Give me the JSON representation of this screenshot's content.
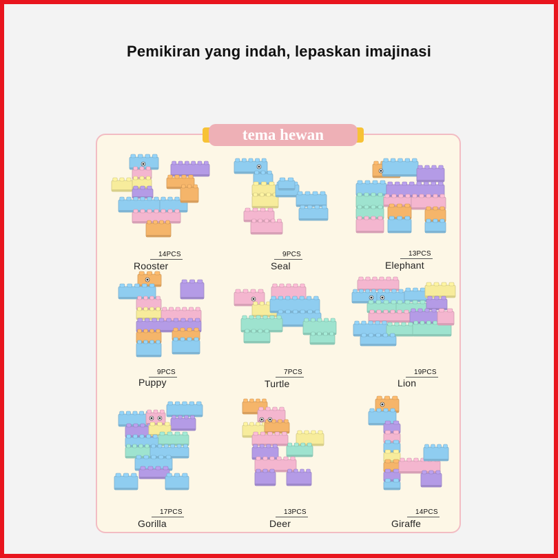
{
  "headline": "Pemikiran yang indah, lepaskan imajinasi",
  "theme_label": "tema hewan",
  "colors": {
    "frame": "#e8141d",
    "panel_bg": "#fdf7e6",
    "panel_border": "#f2bcc3",
    "banner": "#eeb0b6",
    "banner_caps": "#f7c236",
    "brick_blue": "#8fcdf0",
    "brick_purple": "#b49be6",
    "brick_yellow": "#f7ec9c",
    "brick_pink": "#f4b6cf",
    "brick_orange": "#f5b56a",
    "brick_mint": "#9ee3cf"
  },
  "animals": [
    {
      "name": "Rooster",
      "pieces": "14PCS",
      "icon": "rooster-block-toy"
    },
    {
      "name": "Seal",
      "pieces": "9PCS",
      "icon": "seal-block-toy"
    },
    {
      "name": "Elephant",
      "pieces": "13PCS",
      "icon": "elephant-block-toy"
    },
    {
      "name": "Puppy",
      "pieces": "9PCS",
      "icon": "puppy-block-toy"
    },
    {
      "name": "Turtle",
      "pieces": "7PCS",
      "icon": "turtle-block-toy"
    },
    {
      "name": "Lion",
      "pieces": "19PCS",
      "icon": "lion-block-toy"
    },
    {
      "name": "Gorilla",
      "pieces": "17PCS",
      "icon": "gorilla-block-toy"
    },
    {
      "name": "Deer",
      "pieces": "13PCS",
      "icon": "deer-block-toy"
    },
    {
      "name": "Giraffe",
      "pieces": "14PCS",
      "icon": "giraffe-block-toy"
    }
  ]
}
